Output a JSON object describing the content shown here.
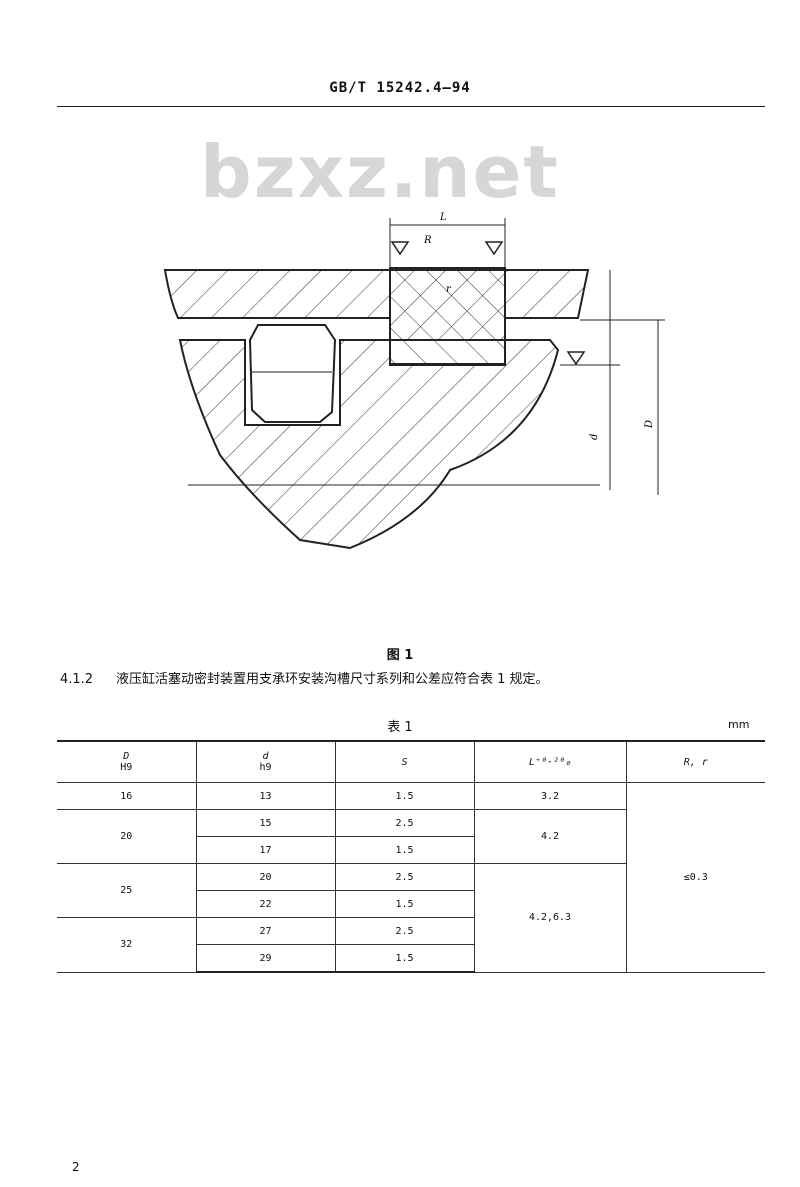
{
  "header": {
    "title": "GB/T 15242.4—94"
  },
  "watermark": "bzxz.net",
  "figure": {
    "labels": {
      "L": "L",
      "R": "R",
      "r": "r",
      "d": "d",
      "D": "D"
    },
    "caption": "图 1"
  },
  "clause": {
    "number": "4.1.2",
    "text": "液压缸活塞动密封装置用支承环安装沟槽尺寸系列和公差应符合表 1 规定。"
  },
  "table": {
    "caption": "表 1",
    "unit": "mm",
    "headers": [
      {
        "label": "D",
        "sub": "H9"
      },
      {
        "label": "d",
        "sub": "h9"
      },
      {
        "label": "S",
        "sub": ""
      },
      {
        "label": "L⁺⁰·²⁰₀",
        "sub": ""
      },
      {
        "label": "R, r",
        "sub": ""
      }
    ],
    "rows": [
      {
        "D": "16",
        "d": "13",
        "S": "1.5",
        "L": "3.2"
      },
      {
        "D": "20",
        "d": "15",
        "S": "2.5",
        "L": "4.2"
      },
      {
        "d": "17",
        "S": "1.5"
      },
      {
        "D": "25",
        "d": "20",
        "S": "2.5",
        "L": "4.2,6.3"
      },
      {
        "d": "22",
        "S": "1.5"
      },
      {
        "D": "32",
        "d": "27",
        "S": "2.5"
      },
      {
        "d": "29",
        "S": "1.5"
      }
    ],
    "Rr": "≤0.3"
  },
  "footer": {
    "page_number": "2"
  }
}
